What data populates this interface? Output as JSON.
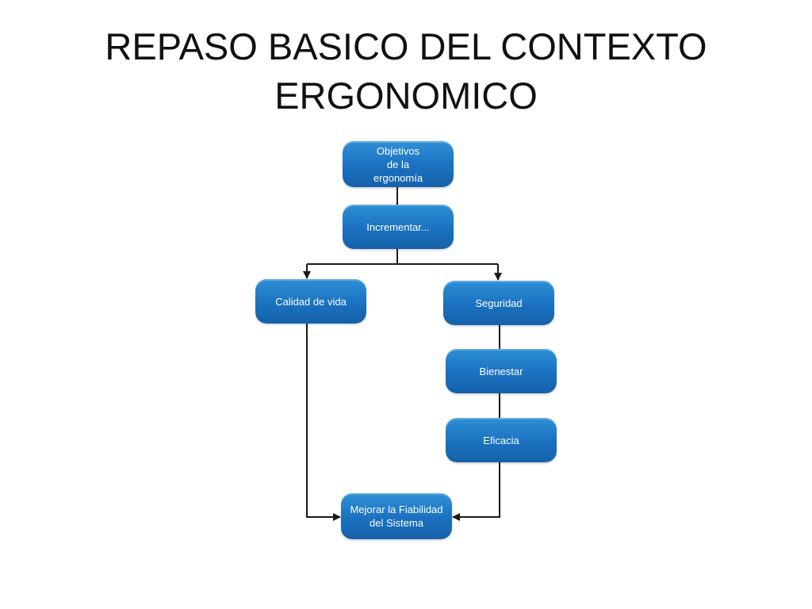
{
  "slide": {
    "title_line1": "REPASO BASICO DEL CONTEXTO",
    "title_line2": "ERGONOMICO"
  },
  "diagram": {
    "nodes": {
      "objetivos": "Objetivos\nde la\nergonomía",
      "incrementar": "Incrementar...",
      "calidad": "Calidad de vida",
      "seguridad": "Seguridad",
      "bienestar": "Bienestar",
      "eficacia": "Eficacia",
      "mejorar": "Mejorar la Fiabilidad\ndel Sistema"
    },
    "edges": [
      {
        "from": "objetivos",
        "to": "incrementar"
      },
      {
        "from": "incrementar",
        "to": "calidad"
      },
      {
        "from": "incrementar",
        "to": "seguridad"
      },
      {
        "from": "seguridad",
        "to": "bienestar"
      },
      {
        "from": "bienestar",
        "to": "eficacia"
      },
      {
        "from": "calidad",
        "to": "mejorar"
      },
      {
        "from": "eficacia",
        "to": "mejorar"
      }
    ],
    "colors": {
      "node_fill": "#1a71c0",
      "node_text": "#ffffff",
      "connector": "#1a1a1a"
    }
  }
}
